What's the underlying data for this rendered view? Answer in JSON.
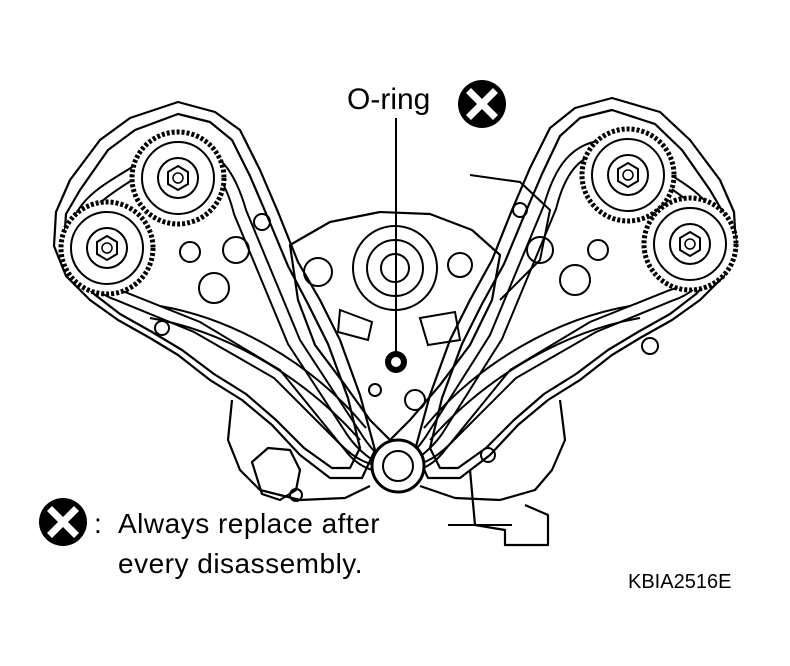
{
  "callout": {
    "label": "O-ring",
    "icon": "replace-mark-icon"
  },
  "legend": {
    "icon": "replace-mark-icon",
    "colon": ":",
    "line1": "Always replace after",
    "line2": "every disassembly."
  },
  "figure_code": "KBIA2516E",
  "colors": {
    "ink": "#000000",
    "paper": "#ffffff"
  }
}
